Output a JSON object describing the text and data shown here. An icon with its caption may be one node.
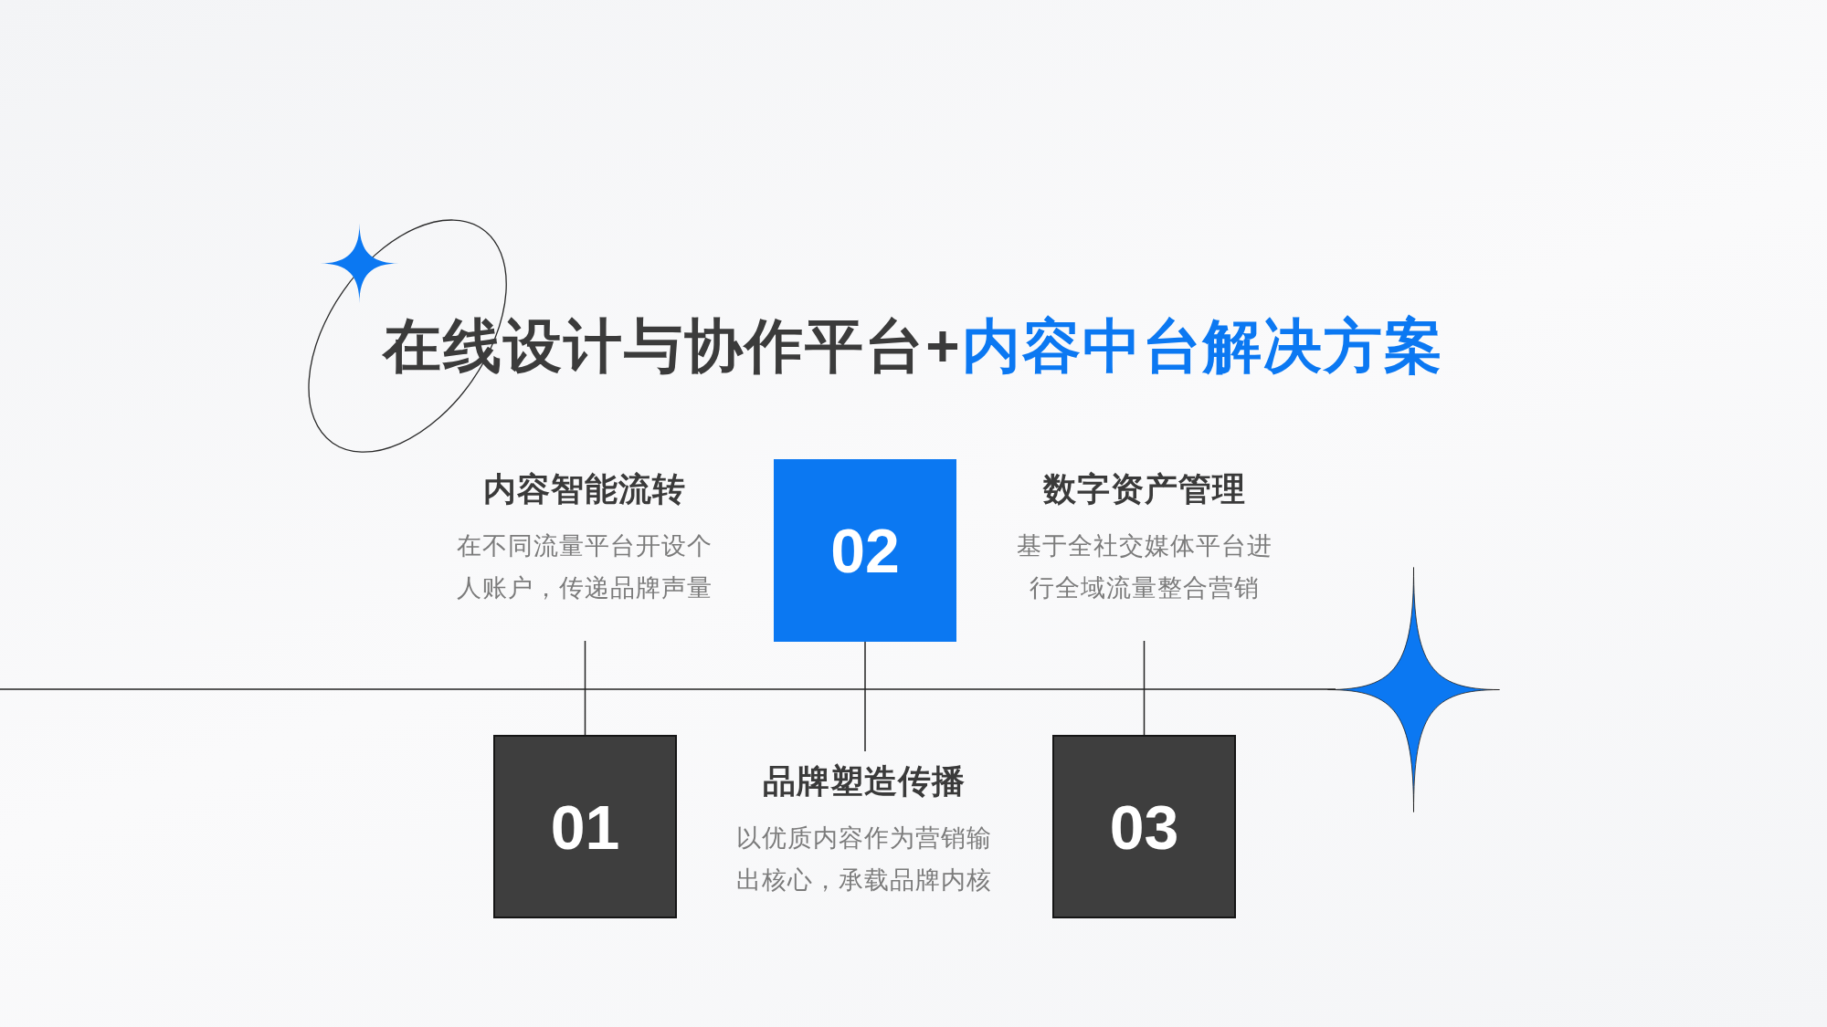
{
  "diagram": {
    "title": "在线设计与协作平台+内容中台解决方案",
    "nodes": [
      {
        "text": [
          "01"
        ]
      },
      {
        "text": [
          "内容智能流转",
          "在不同流量平台开设个人账户，传递品牌声量"
        ]
      },
      {
        "text": [
          "02"
        ]
      },
      {
        "text": [
          "品牌塑造传播",
          "以优质内容作为营销输出核心，承载品牌内核"
        ]
      },
      {
        "text": [
          "03"
        ]
      },
      {
        "text": [
          "数字资产管理",
          "基于全社交媒体平台进行全域流量整合营销"
        ]
      }
    ],
    "edges": [
      {
        "from": 0,
        "to": 1,
        "arrow": "none"
      },
      {
        "from": 2,
        "to": 3,
        "arrow": "none"
      },
      {
        "from": 4,
        "to": 5,
        "arrow": "none"
      }
    ]
  }
}
